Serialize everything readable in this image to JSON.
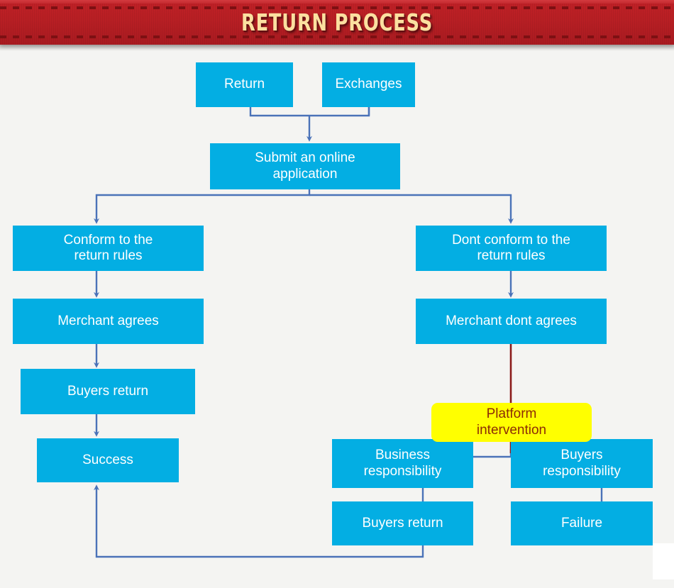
{
  "header": {
    "title": "RETURN PROCESS",
    "banner_color": "#b81f24",
    "title_color": "#fbe0a0",
    "dash_color": "#7d1013"
  },
  "theme": {
    "background": "#f4f4f2",
    "node_fill": "#03aee3",
    "node_text": "#ffffff",
    "highlight_fill": "#ffff00",
    "highlight_text": "#8c2b06",
    "connector_color": "#4a72b8",
    "connector_alt_color": "#8b1a1a"
  },
  "flow": {
    "title": "RETURN PROCESS",
    "type": "flowchart",
    "nodes": [
      {
        "id": "return",
        "label": "Return",
        "kind": "process"
      },
      {
        "id": "exchanges",
        "label": "Exchanges",
        "kind": "process"
      },
      {
        "id": "submit",
        "label": "Submit an online\napplication",
        "line1": "Submit an online",
        "line2": "application",
        "kind": "process"
      },
      {
        "id": "conform",
        "label": "Conform to the\nreturn rules",
        "line1": "Conform to the",
        "line2": "return rules",
        "kind": "process"
      },
      {
        "id": "dont-conform",
        "label": "Dont conform to the\nreturn rules",
        "line1": "Dont conform to the",
        "line2": "return rules",
        "kind": "process"
      },
      {
        "id": "merchant-agrees",
        "label": "Merchant agrees",
        "kind": "process"
      },
      {
        "id": "merchant-dont-agrees",
        "label": "Merchant dont agrees",
        "kind": "process"
      },
      {
        "id": "buyers-return-left",
        "label": "Buyers return",
        "kind": "process"
      },
      {
        "id": "platform-intervention",
        "label": "Platform\nintervention",
        "line1": "Platform",
        "line2": "intervention",
        "kind": "highlight"
      },
      {
        "id": "success",
        "label": "Success",
        "kind": "terminal"
      },
      {
        "id": "business-responsibility",
        "label": "Business\nresponsibility",
        "line1": "Business",
        "line2": "responsibility",
        "kind": "process"
      },
      {
        "id": "buyers-responsibility",
        "label": "Buyers\nresponsibility",
        "line1": "Buyers",
        "line2": "responsibility",
        "kind": "process"
      },
      {
        "id": "buyers-return-bottom",
        "label": "Buyers return",
        "kind": "process"
      },
      {
        "id": "failure",
        "label": "Failure",
        "kind": "terminal"
      }
    ],
    "edges": [
      {
        "from": "return",
        "to": "submit"
      },
      {
        "from": "exchanges",
        "to": "submit"
      },
      {
        "from": "submit",
        "to": "conform"
      },
      {
        "from": "submit",
        "to": "dont-conform"
      },
      {
        "from": "conform",
        "to": "merchant-agrees"
      },
      {
        "from": "merchant-agrees",
        "to": "buyers-return-left"
      },
      {
        "from": "buyers-return-left",
        "to": "success"
      },
      {
        "from": "dont-conform",
        "to": "merchant-dont-agrees"
      },
      {
        "from": "merchant-dont-agrees",
        "to": "platform-intervention"
      },
      {
        "from": "platform-intervention",
        "to": "business-responsibility"
      },
      {
        "from": "platform-intervention",
        "to": "buyers-responsibility"
      },
      {
        "from": "business-responsibility",
        "to": "buyers-return-bottom"
      },
      {
        "from": "buyers-responsibility",
        "to": "failure"
      },
      {
        "from": "buyers-return-bottom",
        "to": "success"
      }
    ]
  }
}
